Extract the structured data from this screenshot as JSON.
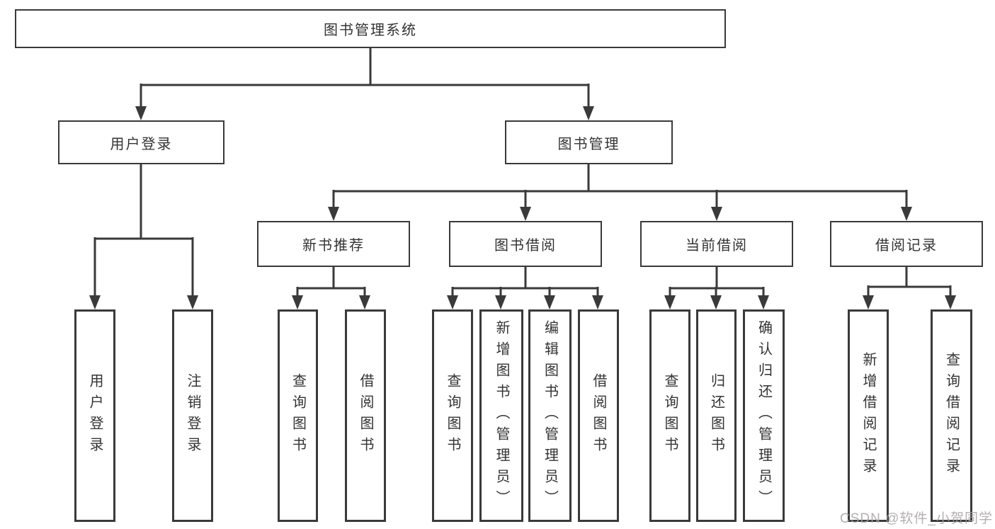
{
  "diagram_type": "hierarchy",
  "colors": {
    "line": "#3a3a3a",
    "box_border": "#3a3a3a",
    "text": "#333333",
    "background": "#ffffff",
    "watermark": "#a6a2a2"
  },
  "tree": {
    "label": "图书管理系统",
    "children": [
      {
        "label": "用户登录",
        "children": [
          {
            "label": "用户登录"
          },
          {
            "label": "注销登录"
          }
        ]
      },
      {
        "label": "图书管理",
        "children": [
          {
            "label": "新书推荐",
            "children": [
              {
                "label": "查询图书"
              },
              {
                "label": "借阅图书"
              }
            ]
          },
          {
            "label": "图书借阅",
            "children": [
              {
                "label": "查询图书"
              },
              {
                "label": "新增图书（管理员）"
              },
              {
                "label": "编辑图书（管理员）"
              },
              {
                "label": "借阅图书"
              }
            ]
          },
          {
            "label": "当前借阅",
            "children": [
              {
                "label": "查询图书"
              },
              {
                "label": "归还图书"
              },
              {
                "label": "确认归还（管理员）"
              }
            ]
          },
          {
            "label": "借阅记录",
            "children": [
              {
                "label": "新增借阅记录"
              },
              {
                "label": "查询借阅记录"
              }
            ]
          }
        ]
      }
    ]
  },
  "watermark": {
    "text": "CSDN @软件_小贺同学"
  }
}
